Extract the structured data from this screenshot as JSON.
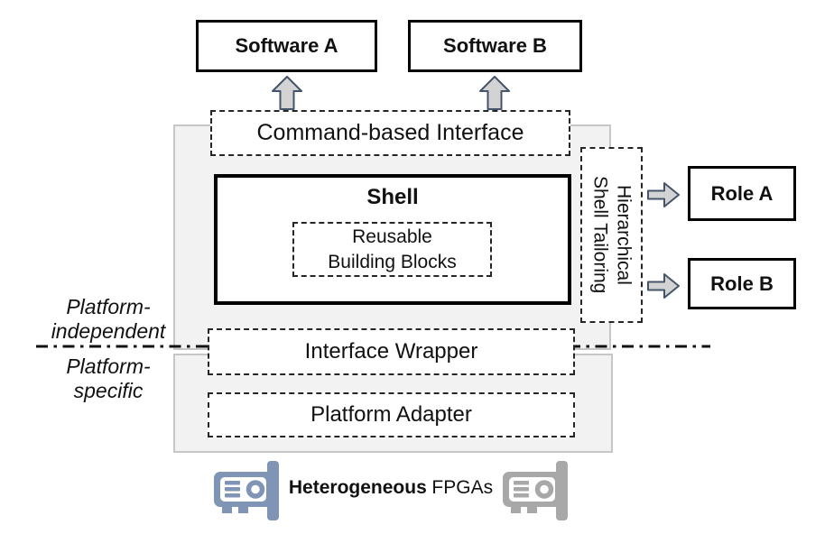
{
  "boxes": {
    "software_a": "Software A",
    "software_b": "Software B",
    "command_interface": "Command-based Interface",
    "shell": "Shell",
    "building_blocks": {
      "line1": "Reusable",
      "line2": "Building Blocks"
    },
    "shell_tailoring": {
      "line1": "Hierarchical",
      "line2": "Shell Tailoring"
    },
    "role_a": "Role A",
    "role_b": "Role B",
    "interface_wrapper": "Interface Wrapper",
    "platform_adapter": "Platform Adapter"
  },
  "side_labels": {
    "independent": {
      "line1": "Platform-",
      "line2": "independent"
    },
    "specific": {
      "line1": "Platform-",
      "line2": "specific"
    }
  },
  "footer": {
    "bold": "Heterogeneous",
    "regular": "FPGAs"
  },
  "icons": {
    "up_arrow": "block-arrow-up",
    "right_arrow": "block-arrow-right",
    "fpga_card": "fpga-accelerator-card"
  },
  "colors": {
    "container_fill": "#f2f2f2",
    "container_border": "#c6c6c6",
    "box_border": "#000000",
    "dashed_border": "#262626",
    "divider": "#111111",
    "arrow_fill": "#d3d3d3",
    "arrow_stroke": "#44546a",
    "fpga_card_left": "#8094b6",
    "fpga_card_right": "#a8a8a8",
    "text": "#111111"
  }
}
